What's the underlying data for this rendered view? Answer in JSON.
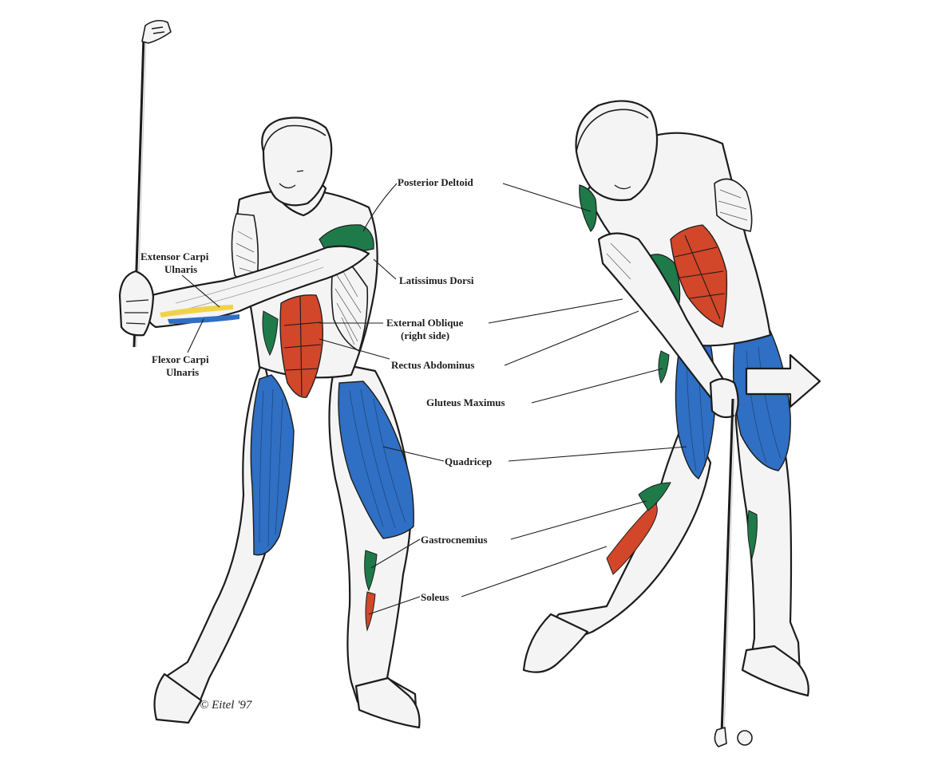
{
  "labels": {
    "posterior_deltoid": "Posterior Deltoid",
    "extensor_carpi_1": "Extensor Carpi",
    "extensor_carpi_2": "Ulnaris",
    "latissimus_dorsi": "Latissimus Dorsi",
    "external_oblique_1": "External Oblique",
    "external_oblique_2": "(right side)",
    "flexor_carpi_1": "Flexor Carpi",
    "flexor_carpi_2": "Ulnaris",
    "rectus_abdominus": "Rectus Abdominus",
    "gluteus_maximus": "Gluteus Maximus",
    "quadricep": "Quadricep",
    "gastrocnemius": "Gastrocnemius",
    "soleus": "Soleus"
  },
  "signature": "© Eitel '97",
  "colors": {
    "quadricep_blue": "#2f6fc4",
    "rectus_red": "#d2462a",
    "deltoid_green": "#1f7a4a",
    "tendon_yellow": "#f0d24a",
    "outline": "#1c1c1c"
  }
}
